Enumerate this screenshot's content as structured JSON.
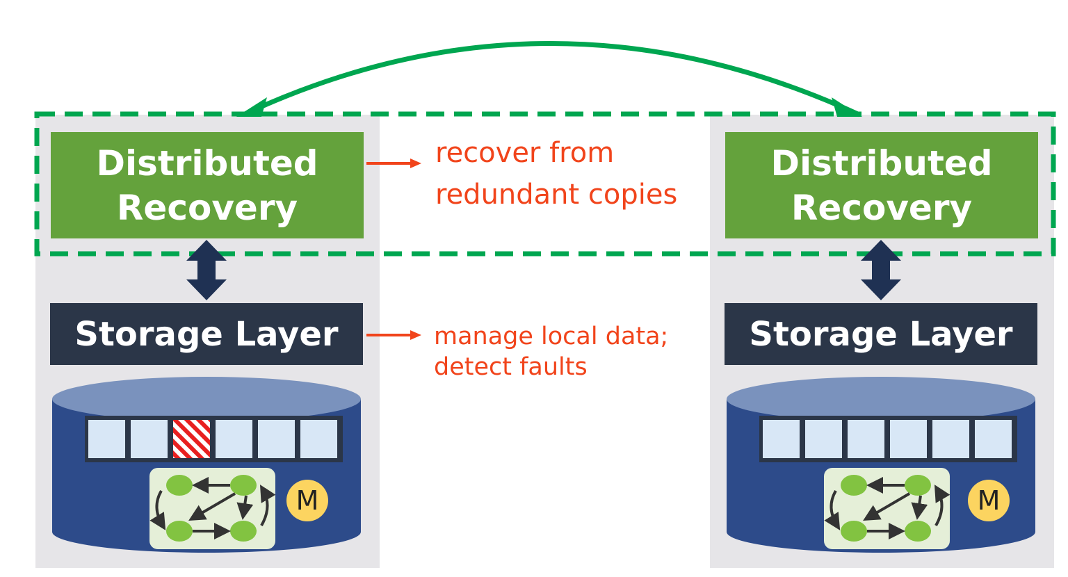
{
  "left_node": {
    "recovery_line1": "Distributed",
    "recovery_line2": "Recovery",
    "storage_label": "Storage Layer",
    "badge": "M"
  },
  "right_node": {
    "recovery_line1": "Distributed",
    "recovery_line2": "Recovery",
    "storage_label": "Storage Layer",
    "badge": "M"
  },
  "annotations": {
    "recovery_note_line1": "recover from",
    "recovery_note_line2": "redundant copies",
    "storage_note_line1": "manage local data;",
    "storage_note_line2": "detect faults"
  },
  "colors": {
    "recovery_box": "#64a23c",
    "storage_box": "#2b3648",
    "connector_arrow": "#00a650",
    "annotation_text": "#f1441b",
    "disk_body": "#2d4b8a",
    "disk_top": "#7a92bd",
    "block_fill": "#d8e7f6",
    "corrupted_block": "#e82020",
    "badge_fill": "#fcd460"
  },
  "left_disk_blocks": [
    "ok",
    "ok",
    "corrupted",
    "ok",
    "ok",
    "ok"
  ],
  "right_disk_blocks": [
    "ok",
    "ok",
    "ok",
    "ok",
    "ok",
    "ok"
  ]
}
